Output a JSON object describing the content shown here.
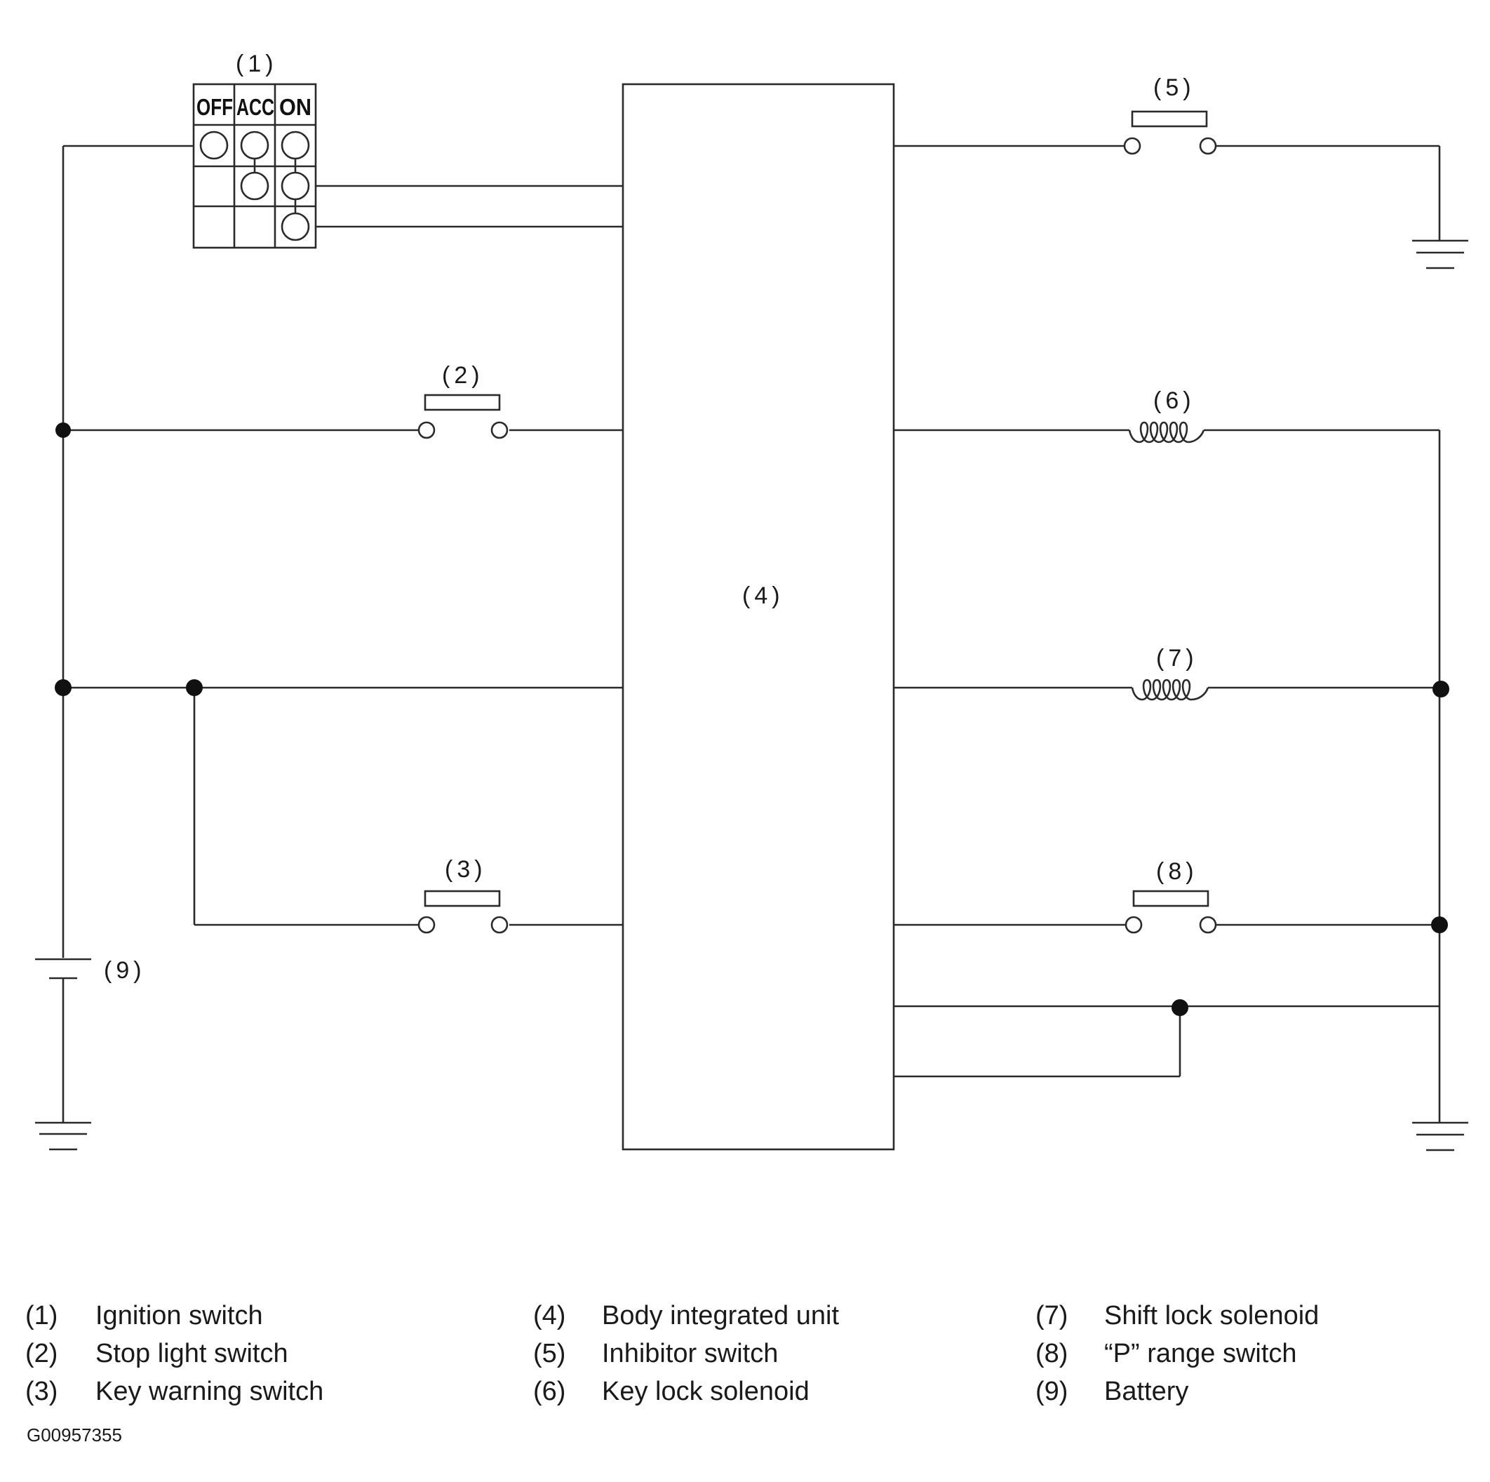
{
  "labels": {
    "ignition_switch": "(1)",
    "stop_light_switch": "(2)",
    "key_warning_switch": "(3)",
    "body_integrated_unit": "(4)",
    "inhibitor_switch": "(5)",
    "key_lock_solenoid": "(6)",
    "shift_lock_solenoid": "(7)",
    "p_range_switch": "(8)",
    "battery": "(9)"
  },
  "ignition_headers": {
    "off": "OFF",
    "acc": "ACC",
    "on": "ON"
  },
  "legend": [
    {
      "num": "(1)",
      "text": "Ignition switch"
    },
    {
      "num": "(2)",
      "text": "Stop light switch"
    },
    {
      "num": "(3)",
      "text": "Key warning switch"
    },
    {
      "num": "(4)",
      "text": "Body integrated unit"
    },
    {
      "num": "(5)",
      "text": "Inhibitor switch"
    },
    {
      "num": "(6)",
      "text": "Key lock solenoid"
    },
    {
      "num": "(7)",
      "text": "Shift lock solenoid"
    },
    {
      "num": "(8)",
      "text": "“P” range switch"
    },
    {
      "num": "(9)",
      "text": "Battery"
    }
  ],
  "figure_code": "G00957355"
}
